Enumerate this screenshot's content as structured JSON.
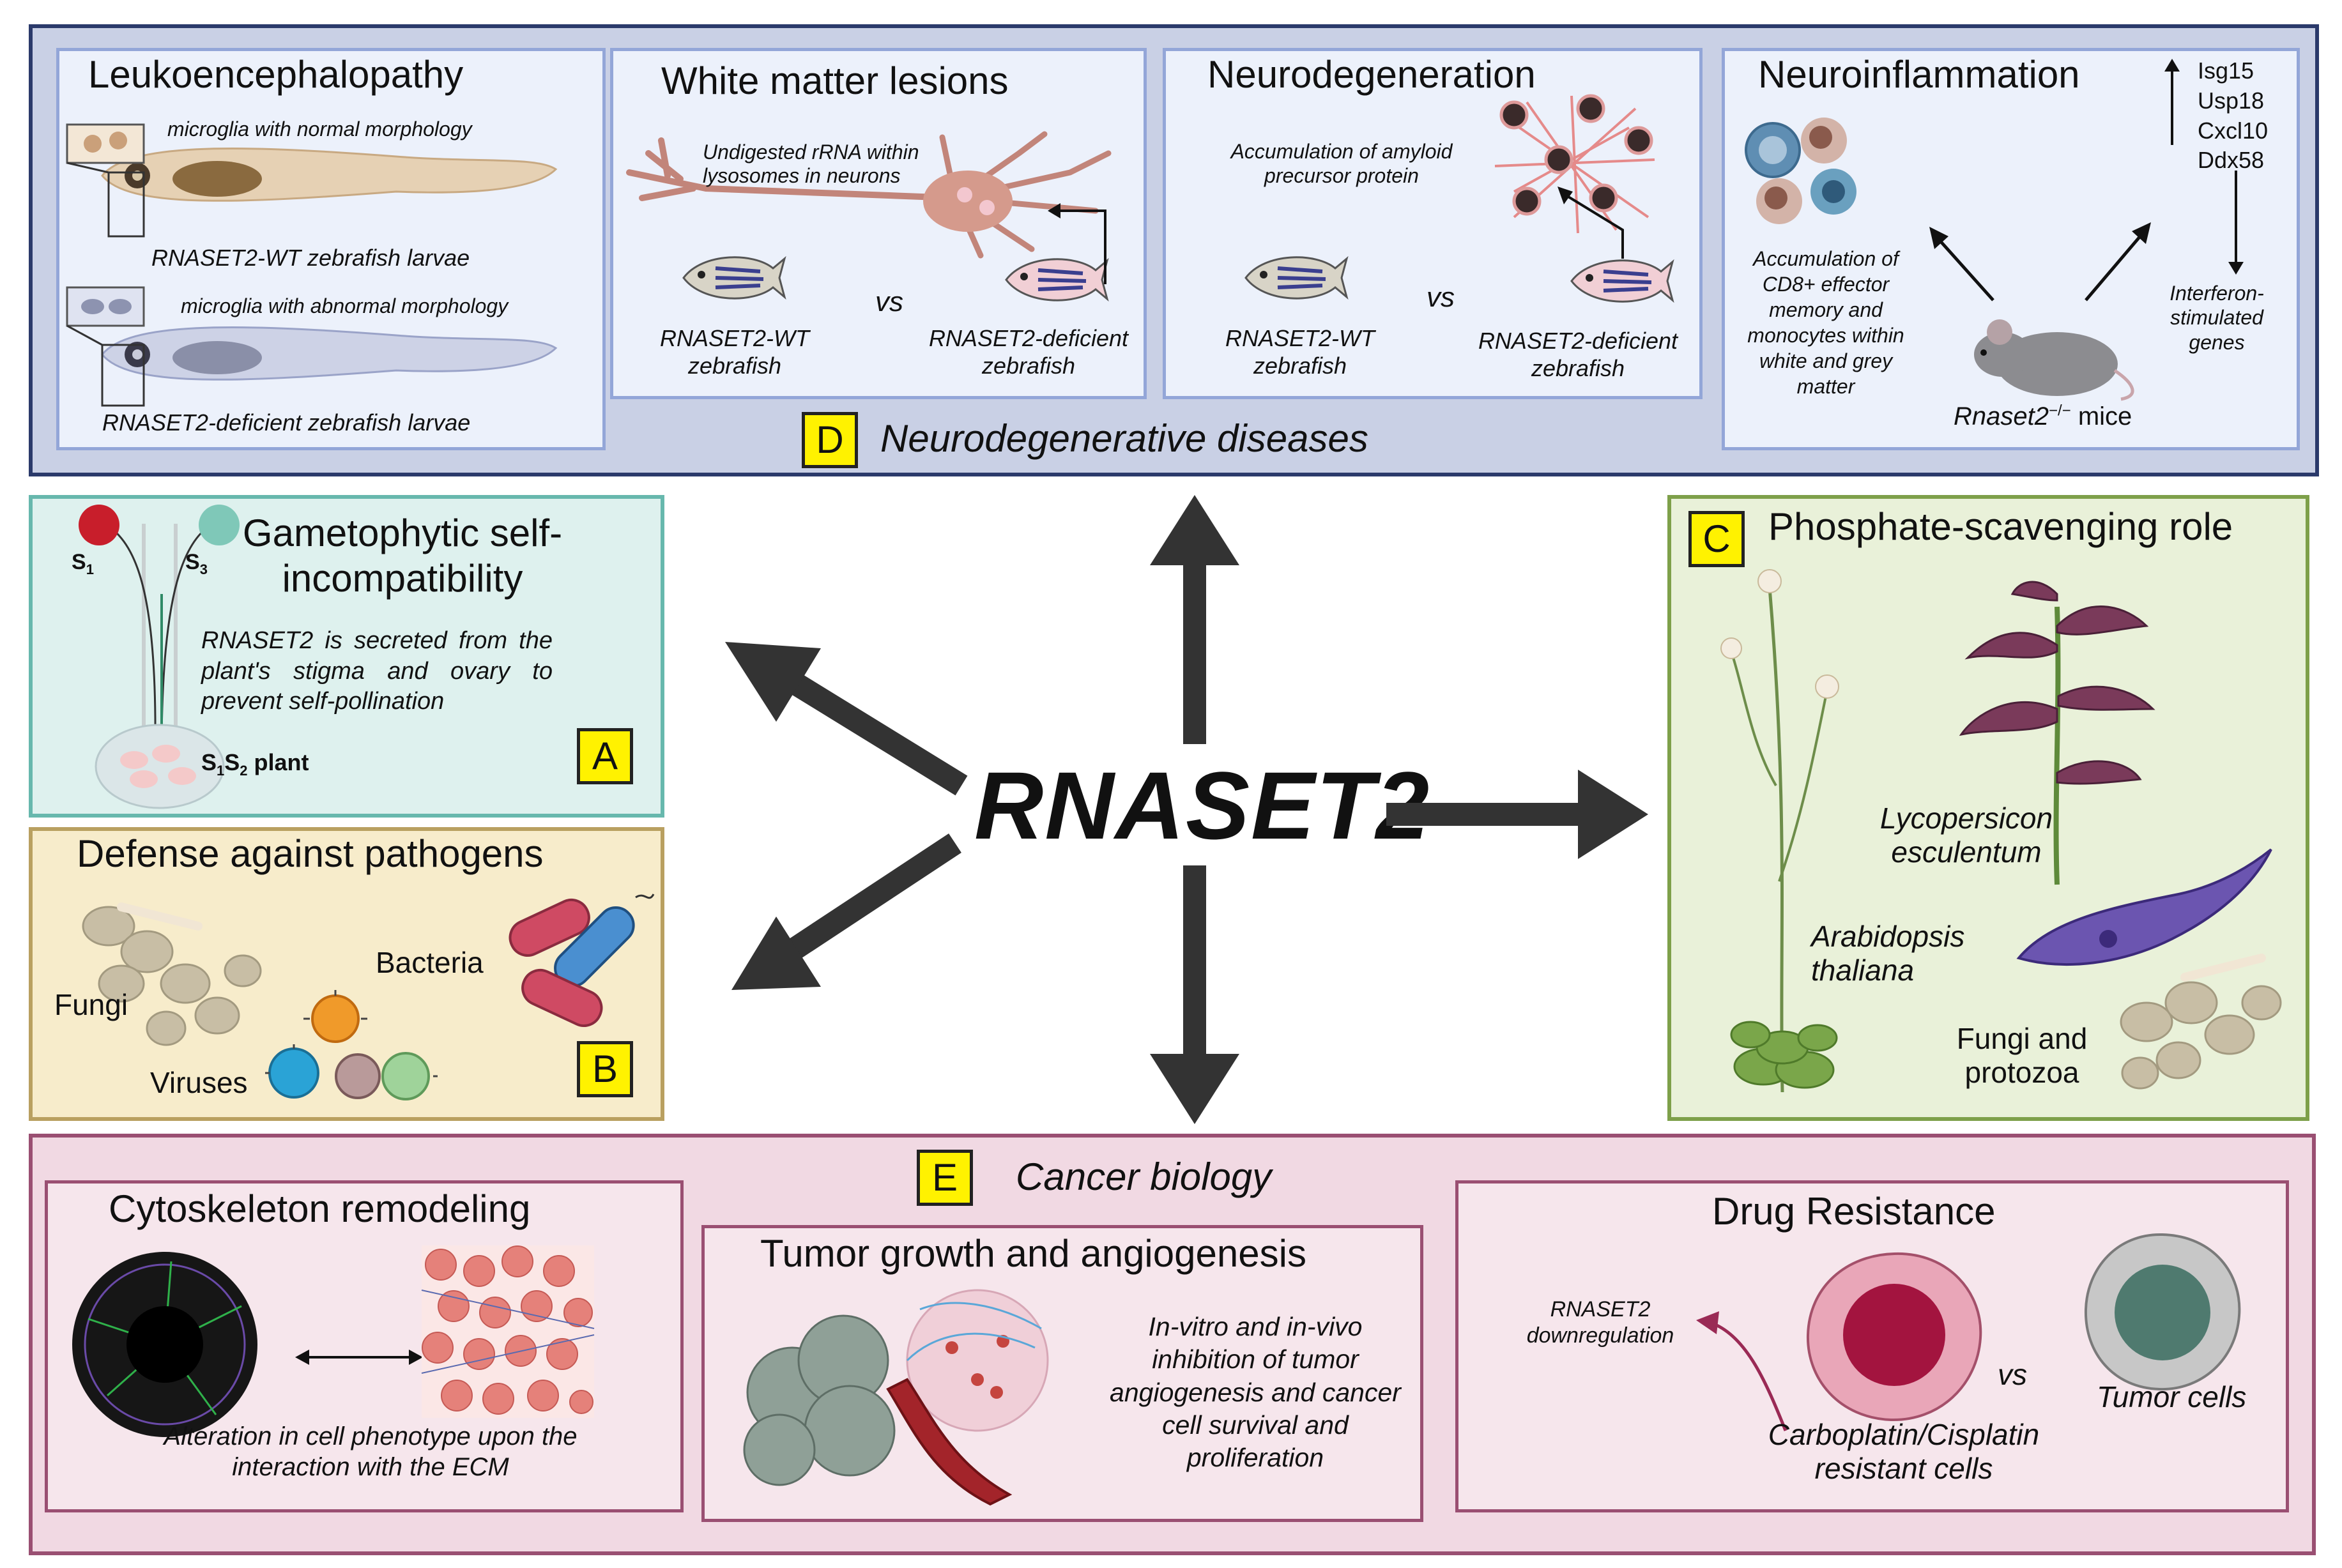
{
  "center": {
    "label": "RNASET2"
  },
  "panel_d": {
    "letter": "D",
    "heading": "Neurodegenerative diseases",
    "leuko": {
      "title": "Leukoencephalopathy",
      "normal": "microglia with normal morphology",
      "wt_larvae": "RNASET2-WT zebrafish larvae",
      "abnormal": "microglia with abnormal morphology",
      "def_larvae": "RNASET2-deficient zebrafish larvae"
    },
    "wml": {
      "title": "White matter lesions",
      "note": "Undigested rRNA within lysosomes in neurons",
      "wt": "RNASET2-WT zebrafish",
      "vs": "vs",
      "def": "RNASET2-deficient zebrafish"
    },
    "neurodeg": {
      "title": "Neurodegeneration",
      "note": "Accumulation of amyloid precursor protein",
      "wt": "RNASET2-WT zebrafish",
      "vs": "vs",
      "def": "RNASET2-deficient zebrafish"
    },
    "neuroinf": {
      "title": "Neuroinflammation",
      "genes": [
        "Isg15",
        "Usp18",
        "Cxcl10",
        "Ddx58"
      ],
      "cd8": "Accumulation of CD8+ effector memory and monocytes within white and grey matter",
      "ifn": "Interferon-stimulated genes",
      "mice_name": "Rnaset2",
      "mice_sup": "−/−",
      "mice_tail": "mice"
    }
  },
  "panel_a": {
    "letter": "A",
    "title": "Gametophytic self-incompatibility",
    "s1": "S",
    "s1_sub": "1",
    "s3": "S",
    "s3_sub": "3",
    "text": "RNASET2 is secreted from the plant's stigma and ovary to prevent self-pollination",
    "plant_s1": "S",
    "plant_s1_sub": "1",
    "plant_s2": "S",
    "plant_s2_sub": "2",
    "plant_tail": "plant"
  },
  "panel_b": {
    "letter": "B",
    "title": "Defense against pathogens",
    "fungi": "Fungi",
    "bacteria": "Bacteria",
    "viruses": "Viruses"
  },
  "panel_c": {
    "letter": "C",
    "title": "Phosphate-scavenging role",
    "tomato": "Lycopersicon esculentum",
    "arabidopsis": "Arabidopsis thaliana",
    "fungi_protozoa": "Fungi and protozoa"
  },
  "panel_e": {
    "letter": "E",
    "heading": "Cancer biology",
    "cyto": {
      "title": "Cytoskeleton remodeling",
      "text": "Alteration in cell phenotype upon the interaction with the ECM"
    },
    "tumor": {
      "title": "Tumor growth and angiogenesis",
      "text": "In-vitro and in-vivo inhibition of tumor angiogenesis and cancer cell survival and proliferation"
    },
    "drug": {
      "title": "Drug Resistance",
      "down": "RNASET2 downregulation",
      "resistant": "Carboplatin/Cisplatin resistant cells",
      "vs": "vs",
      "tumor_cells": "Tumor cells"
    }
  }
}
